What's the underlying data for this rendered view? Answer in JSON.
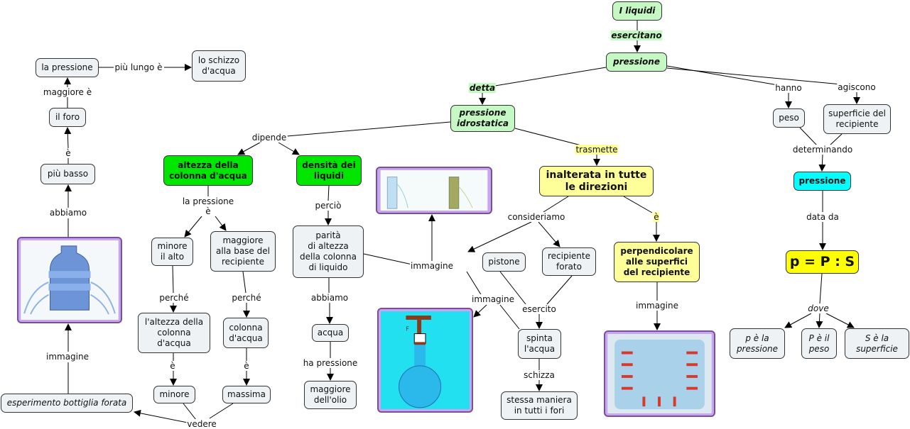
{
  "nodes": {
    "liquidi": "I liquidi",
    "pressione": "pressione",
    "pressione_idrostatica": "pressione\nidrostatica",
    "peso": "peso",
    "superficie_recipiente": "superficie del\nrecipiente",
    "pressione_result": "pressione",
    "formula": "p = P : S",
    "p_def": "p è la\npressione",
    "P_def": "P è il\npeso",
    "S_def": "S è la\nsuperficie",
    "inalterata": "inalterata in tutte\nle direzioni",
    "perpendicolare": "perpendicolare\nalle superfici\ndel recipiente",
    "pistone": "pistone",
    "recipiente_forato": "recipiente\nforato",
    "spinta": "spinta\nl'acqua",
    "stessa_maniera": "stessa maniera\nin tutti i fori",
    "altezza": "altezza della\ncolonna d'acqua",
    "densita": "densità dei\nliquidi",
    "parita": "parità\ndi altezza\ndella colonna\ndi liquido",
    "acqua": "acqua",
    "maggiore_olio": "maggiore\ndell'olio",
    "minore_alto": "minore\nil alto",
    "maggiore_base": "maggiore\nalla base del\nrecipiente",
    "laltezza": "l'altezza della\ncolonna\nd'acqua",
    "colonna": "colonna\nd'acqua",
    "minore": "minore",
    "massima": "massima",
    "esperimento": "esperimento bottiglia forata",
    "piu_basso": "più basso",
    "il_foro": "il foro",
    "la_pressione": "la pressione",
    "schizzo": "lo schizzo\nd'acqua"
  },
  "link_labels": {
    "esercitano": "esercitano",
    "detta": "detta",
    "hanno": "hanno",
    "agiscono": "agiscono",
    "determinando": "determinando",
    "data_da": "data da",
    "dove": "dove",
    "trasmette": "trasmette",
    "consideriamo": "consideriamo",
    "e_perp": "è",
    "immagine_beaker": "immagine",
    "esercito": "esercito",
    "immagine_flask": "immagine",
    "schizza": "schizza",
    "immagine_bottles": "immagine",
    "dipende": "dipende",
    "la_pressione_e": "la pressione\nè",
    "percio": "perciò",
    "abbiamo_acqua": "abbiamo",
    "ha_pressione": "ha pressione",
    "perche_1": "perché",
    "perche_2": "perché",
    "e_minore": "è",
    "e_massima": "è",
    "vedere": "vedere",
    "immagine_bottle": "immagine",
    "abbiamo_basso": "abbiamo",
    "e_foro": "è",
    "maggiore_e": "maggiore è",
    "piu_lungo_e": "più lungo è"
  },
  "images": {
    "flask_force_label": "F"
  },
  "colors": {
    "concept": "#eef2f4",
    "light_green": "#c6f8c4",
    "green": "#00e600",
    "light_yellow": "#ffff99",
    "yellow": "#ffff00",
    "cyan": "#00ffff",
    "image_frame": "#c8a6ef"
  }
}
